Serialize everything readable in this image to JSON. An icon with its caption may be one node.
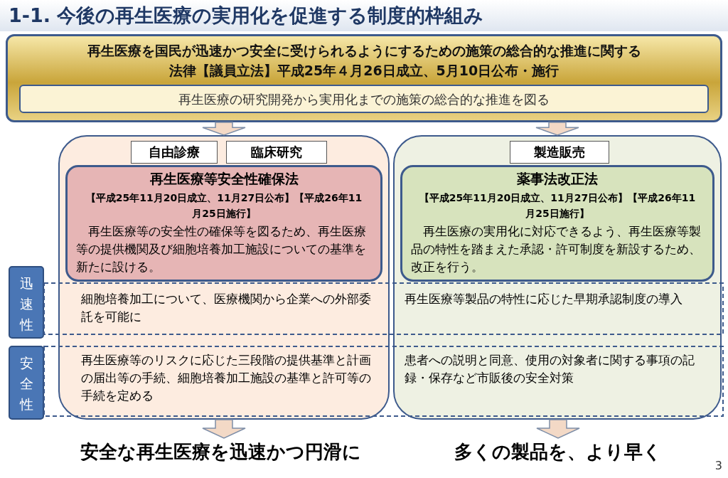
{
  "diagram": {
    "title": "1-1. 今後の再生医療の実用化を促進する制度的枠組み",
    "nodes": [
      {
        "text": [
          "再生医療を国民が迅速かつ安全に受けられるようにするための施策の総合的な推進に関する法律【議員立法】平成25年４月26日成立、5月10日公布・施行"
        ]
      },
      {
        "text": [
          "再生医療の研究開発から実用化までの施策の総合的な推進を図る"
        ],
        "in": 0
      },
      {
        "text": [],
        "shape": "box"
      },
      {
        "text": [
          "自由診療"
        ],
        "in": 2
      },
      {
        "text": [
          "臨床研究"
        ],
        "in": 2
      },
      {
        "text": [
          "再生医療等安全性確保法",
          "【平成25年11月20日成立、11月27日公布】【平成26年11月25日施行】",
          "再生医療等の安全性の確保等を図るため、再生医療等の提供機関及び細胞培養加工施設についての基準を新たに設ける。"
        ],
        "in": 2
      },
      {
        "text": [],
        "shape": "box"
      },
      {
        "text": [
          "製造販売"
        ],
        "in": 6
      },
      {
        "text": [
          "薬事法改正法",
          "【平成25年11月20日成立、11月27日公布】【平成26年11月25日施行】",
          "再生医療の実用化に対応できるよう、再生医療等製品の特性を踏まえた承認・許可制度を新設するため、改正を行う。"
        ],
        "in": 6
      },
      {
        "text": [
          "迅速性"
        ]
      },
      {
        "text": [
          "細胞培養加工について、医療機関から企業への外部委託を可能に"
        ],
        "in": 2
      },
      {
        "text": [
          "再生医療等製品の特性に応じた早期承認制度の導入"
        ],
        "in": 6
      },
      {
        "text": [
          "安全性"
        ]
      },
      {
        "text": [
          "再生医療等のリスクに応じた三段階の提供基準と計画の届出等の手続、細胞培養加工施設の基準と許可等の手続を定める"
        ],
        "in": 2
      },
      {
        "text": [
          "患者への説明と同意、使用の対象者に関する事項の記録・保存など市販後の安全対策"
        ],
        "in": 6
      },
      {
        "text": [
          "安全な再生医療を迅速かつ円滑に"
        ]
      },
      {
        "text": [
          "多くの製品を、より早く"
        ]
      }
    ],
    "edges": [
      {
        "from": 0,
        "to": 2,
        "arrow": "to"
      },
      {
        "from": 0,
        "to": 6,
        "arrow": "to"
      },
      {
        "from": 2,
        "to": 15,
        "arrow": "to"
      },
      {
        "from": 6,
        "to": 16,
        "arrow": "to"
      }
    ],
    "labels": [
      "3"
    ]
  }
}
